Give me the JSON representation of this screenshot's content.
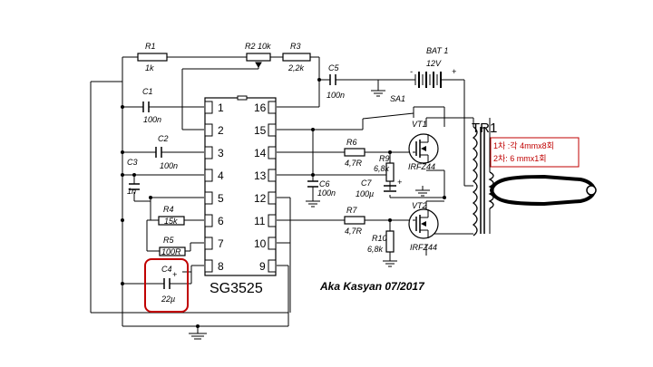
{
  "chip": {
    "name": "SG3525",
    "pins_left": [
      "1",
      "2",
      "3",
      "4",
      "5",
      "6",
      "7",
      "8"
    ],
    "pins_right": [
      "16",
      "15",
      "14",
      "13",
      "12",
      "11",
      "10",
      "9"
    ]
  },
  "parts": {
    "r1": {
      "ref": "R1",
      "value": "1k"
    },
    "r2": {
      "ref": "R2 10k"
    },
    "r3": {
      "ref": "R3",
      "value": "2,2k"
    },
    "c5": {
      "ref": "C5",
      "value": "100n"
    },
    "bat": {
      "ref": "BAT 1",
      "value": "12V",
      "minus": "-",
      "plus": "+"
    },
    "c1": {
      "ref": "C1",
      "value": "100n"
    },
    "c2": {
      "ref": "C2",
      "value": "100n"
    },
    "c3": {
      "ref": "C3",
      "value": "1n"
    },
    "r4": {
      "ref": "R4",
      "value": "15k"
    },
    "r5": {
      "ref": "R5",
      "value": "100R"
    },
    "c4": {
      "ref": "C4",
      "value": "22µ",
      "plus": "+"
    },
    "sa1": {
      "ref": "SA1"
    },
    "vt1": {
      "ref": "VT1",
      "type": "IRFZ44"
    },
    "vt2": {
      "ref": "VT2",
      "type": "IRFZ44"
    },
    "r6": {
      "ref": "R6",
      "value": "4,7R"
    },
    "r7": {
      "ref": "R7",
      "value": "4,7R"
    },
    "r9": {
      "ref": "R9",
      "value": "6,8k"
    },
    "r10": {
      "ref": "R10",
      "value": "6,8k"
    },
    "c6": {
      "ref": "C6",
      "value": "100n"
    },
    "c7": {
      "ref": "C7",
      "value": "100µ",
      "plus": "+"
    },
    "tr1": {
      "ref": "TR1"
    }
  },
  "note": {
    "line1": "1차 :각  4mmx8회",
    "line2": "2차:   6 mmx1회"
  },
  "author": "Aka Kasyan 07/2017",
  "colors": {
    "ink": "#000000",
    "highlight": "#c00000"
  }
}
